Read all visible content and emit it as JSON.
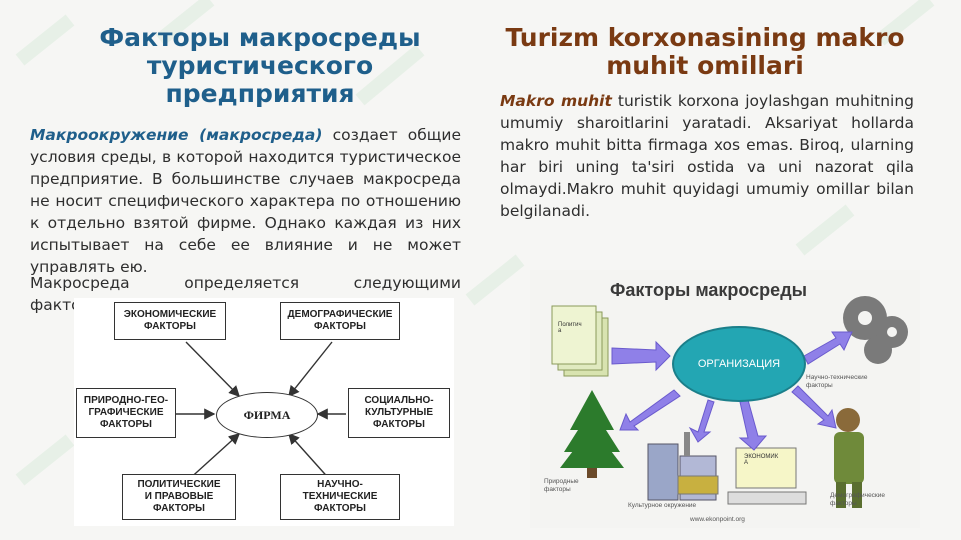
{
  "left": {
    "title": "Факторы макросреды туристического предприятия",
    "para_lead": "Макроокружение (макросреда)",
    "para_rest": " создает общие условия среды, в которой находится туристическое предприятие. В большинстве случаев макросреда не носит специфического характера по отношению к отдельно взятой фирме. Однако каждая из них испытывает на себе ее влияние и не может управлять ею.",
    "para2": "Макросреда определяется следующими факторами:",
    "diagram": {
      "center": "ФИРМА",
      "boxes": [
        "ЭКОНОМИЧЕСКИЕ\nФАКТОРЫ",
        "ДЕМОГРАФИЧЕСКИЕ\nФАКТОРЫ",
        "ПРИРОДНО-ГЕО-\nГРАФИЧЕСКИЕ\nФАКТОРЫ",
        "СОЦИАЛЬНО-\nКУЛЬТУРНЫЕ\nФАКТОРЫ",
        "ПОЛИТИЧЕСКИЕ\nИ ПРАВОВЫЕ\nФАКТОРЫ",
        "НАУЧНО-\nТЕХНИЧЕСКИЕ\nФАКТОРЫ"
      ]
    }
  },
  "right": {
    "title": "Turizm korxonasining makro muhit omillari",
    "para_lead": "Makro muhit",
    "para_rest": " turistik korxona joylashgan muhitning umumiy sharoitlarini yaratadi. Aksariyat hollarda makro muhit bitta firmaga xos emas. Biroq, ularning har biri uning ta'siri ostida va uni nazorat qila olmaydi.Makro muhit quyidagi umumiy omillar bilan belgilanadi.",
    "diagram": {
      "title": "Факторы макросреды",
      "center": "ОРГАНИЗАЦИЯ",
      "doc_label": "Политич\nа",
      "eco_label": "ЭКОНОМИК\nА",
      "labels": {
        "nature": "Природные\nфакторы",
        "culture": "Культурное окружение",
        "tech": "Научно-технические\nфакторы",
        "demo": "Демографические\nфакторы",
        "url": "www.ekonpoint.org"
      }
    }
  },
  "colors": {
    "title_left": "#1f5f8b",
    "title_right": "#7a3a12",
    "org_fill": "#23a6b3",
    "arrow": "#8f80e8",
    "tree": "#2c7b2c",
    "gear": "#7a7a7a"
  }
}
